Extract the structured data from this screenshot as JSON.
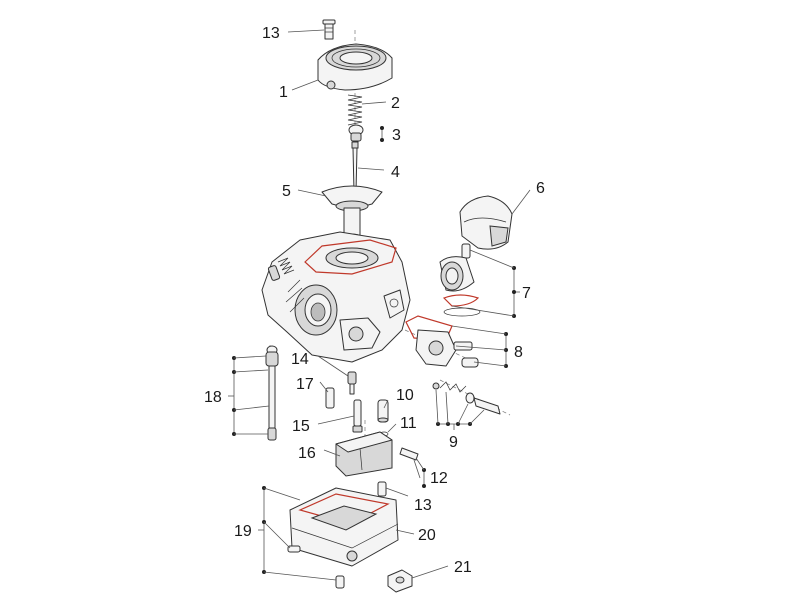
{
  "callouts": [
    "13",
    "1",
    "2",
    "3",
    "4",
    "5",
    "6",
    "7",
    "8",
    "9",
    "10",
    "11",
    "12",
    "13",
    "14",
    "15",
    "16",
    "17",
    "18",
    "19",
    "20",
    "21"
  ]
}
